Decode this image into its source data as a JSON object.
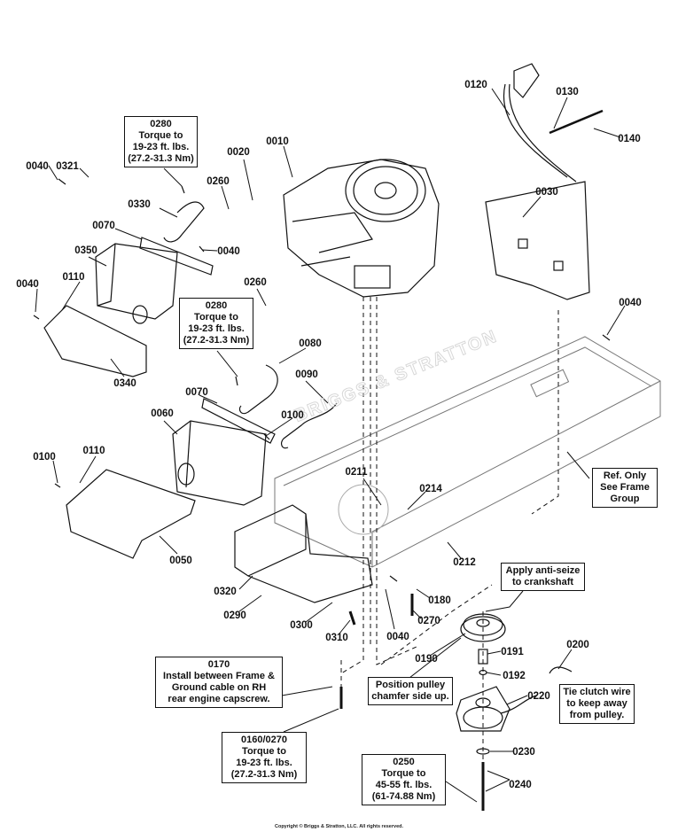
{
  "watermark": "BRIGGS & STRATTON",
  "copyright": "Copyright © Briggs & Stratton, LLC. All rights reserved.",
  "part_labels": [
    {
      "id": "0321"
    },
    {
      "id": "0040"
    },
    {
      "id": "0020"
    },
    {
      "id": "0010"
    },
    {
      "id": "0260"
    },
    {
      "id": "0330"
    },
    {
      "id": "0070"
    },
    {
      "id": "0040"
    },
    {
      "id": "0350"
    },
    {
      "id": "0110"
    },
    {
      "id": "0040"
    },
    {
      "id": "0260"
    },
    {
      "id": "0340"
    },
    {
      "id": "0080"
    },
    {
      "id": "0090"
    },
    {
      "id": "0070"
    },
    {
      "id": "0100"
    },
    {
      "id": "0060"
    },
    {
      "id": "0100"
    },
    {
      "id": "0110"
    },
    {
      "id": "0050"
    },
    {
      "id": "0120"
    },
    {
      "id": "0130"
    },
    {
      "id": "0140"
    },
    {
      "id": "0030"
    },
    {
      "id": "0040"
    },
    {
      "id": "0211"
    },
    {
      "id": "0214"
    },
    {
      "id": "0212"
    },
    {
      "id": "0180"
    },
    {
      "id": "0270"
    },
    {
      "id": "0040"
    },
    {
      "id": "0320"
    },
    {
      "id": "0290"
    },
    {
      "id": "0300"
    },
    {
      "id": "0310"
    },
    {
      "id": "0190"
    },
    {
      "id": "0191"
    },
    {
      "id": "0192"
    },
    {
      "id": "0200"
    },
    {
      "id": "0220"
    },
    {
      "id": "0230"
    },
    {
      "id": "0240"
    }
  ],
  "notes": {
    "torque_0280_a": [
      "0280",
      "Torque to",
      "19-23 ft. lbs.",
      "(27.2-31.3 Nm)"
    ],
    "torque_0280_b": [
      "0280",
      "Torque to",
      "19-23 ft. lbs.",
      "(27.2-31.3 Nm)"
    ],
    "ref_only": [
      "Ref. Only",
      "See Frame",
      "Group"
    ],
    "anti_seize": [
      "Apply anti-seize",
      "to crankshaft"
    ],
    "position_pulley": [
      "Position pulley",
      "chamfer side up."
    ],
    "tie_clutch": [
      "Tie clutch wire",
      "to keep away",
      "from pulley."
    ],
    "install_0170": [
      "0170",
      "Install between Frame &",
      "Ground cable on RH",
      "rear engine capscrew."
    ],
    "torque_0160": [
      "0160/0270",
      "Torque to",
      "19-23 ft. lbs.",
      "(27.2-31.3 Nm)"
    ],
    "torque_0250": [
      "0250",
      "Torque to",
      "45-55 ft. lbs.",
      "(61-74.88 Nm)"
    ]
  }
}
